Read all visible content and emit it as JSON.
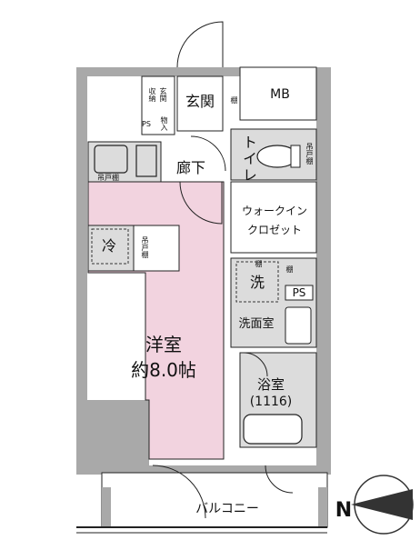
{
  "rooms": {
    "western_room_name": "洋室",
    "western_room_size": "約8.0帖",
    "entrance": "玄関",
    "corridor": "廊下",
    "toilet": "トイレ",
    "walk_in_closet_line1": "ウォークイン",
    "walk_in_closet_line2": "クロゼット",
    "washroom": "洗面室",
    "bathroom": "浴室",
    "bathroom_size": "(1116)",
    "balcony": "バルコニー",
    "mb": "MB",
    "ps": "PS"
  },
  "fixtures": {
    "storage": "収納",
    "entrance_storage": "玄関",
    "ps_small": "PS",
    "storage_item": "物入",
    "shelf": "棚",
    "hanging_shelf": "吊戸棚",
    "fridge": "冷",
    "washer": "洗",
    "washer_shelf": "棚"
  },
  "compass": {
    "north_label": "N"
  },
  "colors": {
    "wall": "#a9a9a9",
    "room_pink": "#f2d3df",
    "wet_area": "#dcdcdc",
    "line": "#222222"
  }
}
